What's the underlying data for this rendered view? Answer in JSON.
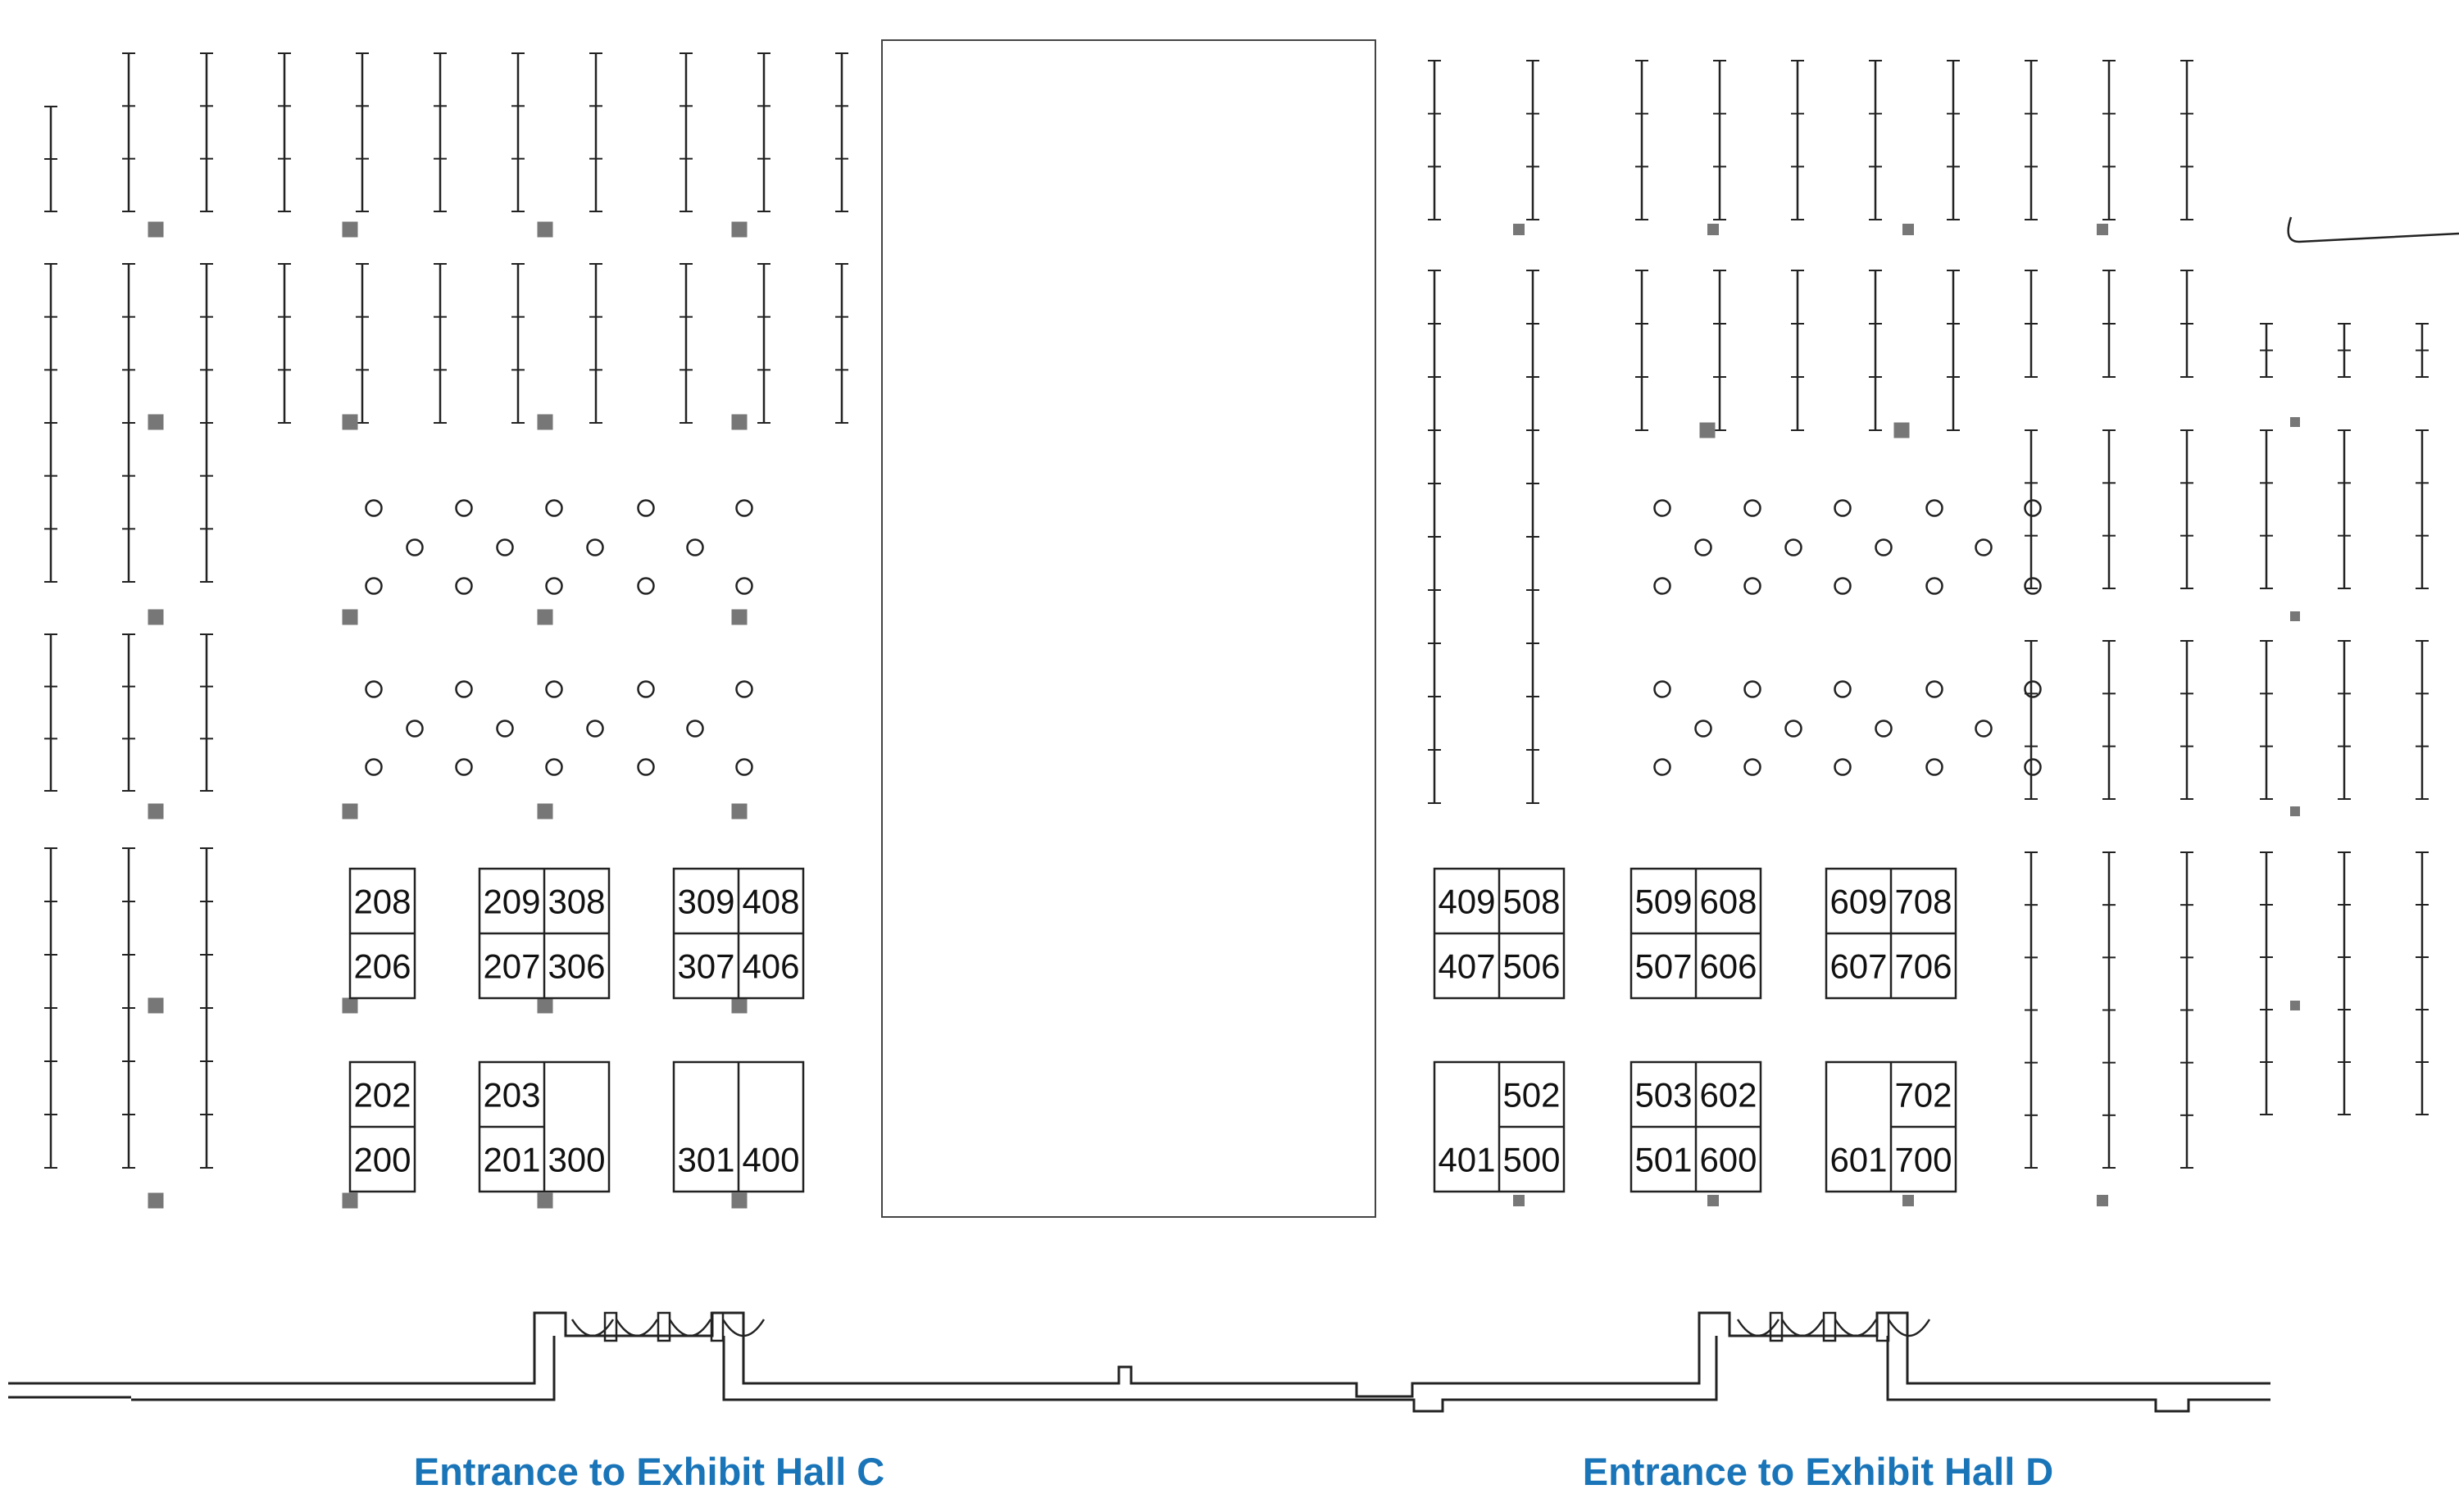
{
  "colors": {
    "background": "#ffffff",
    "line": "#222222",
    "pillar": "#777777",
    "entrance_text": "#1a75b8"
  },
  "booth_blocks": [
    {
      "id": "L1",
      "cells": [
        [
          "208"
        ],
        [
          "206"
        ]
      ]
    },
    {
      "id": "L2",
      "cells": [
        [
          "209",
          "308"
        ],
        [
          "207",
          "306"
        ]
      ]
    },
    {
      "id": "L3",
      "cells": [
        [
          "309",
          "408"
        ],
        [
          "307",
          "406"
        ]
      ]
    },
    {
      "id": "L4",
      "cells": [
        [
          "202"
        ],
        [
          "200"
        ]
      ]
    },
    {
      "id": "L5",
      "cells": [
        [
          "203",
          ""
        ],
        [
          "201",
          "300"
        ]
      ],
      "merged": "right"
    },
    {
      "id": "L6",
      "cells": [
        [
          "",
          ""
        ],
        [
          "301",
          "400"
        ]
      ],
      "merged": "both"
    },
    {
      "id": "R1",
      "cells": [
        [
          "409",
          "508"
        ],
        [
          "407",
          "506"
        ]
      ]
    },
    {
      "id": "R2",
      "cells": [
        [
          "509",
          "608"
        ],
        [
          "507",
          "606"
        ]
      ]
    },
    {
      "id": "R3",
      "cells": [
        [
          "609",
          "708"
        ],
        [
          "607",
          "706"
        ]
      ]
    },
    {
      "id": "R4",
      "cells": [
        [
          "",
          "502"
        ],
        [
          "401",
          "500"
        ]
      ],
      "merged": "left"
    },
    {
      "id": "R5",
      "cells": [
        [
          "503",
          "602"
        ],
        [
          "501",
          "600"
        ]
      ]
    },
    {
      "id": "R6",
      "cells": [
        [
          "",
          "702"
        ],
        [
          "601",
          "700"
        ]
      ],
      "merged": "left"
    }
  ],
  "entrances": [
    {
      "label": "Entrance to Exhibit Hall C"
    },
    {
      "label": "Entrance to Exhibit Hall D"
    }
  ]
}
